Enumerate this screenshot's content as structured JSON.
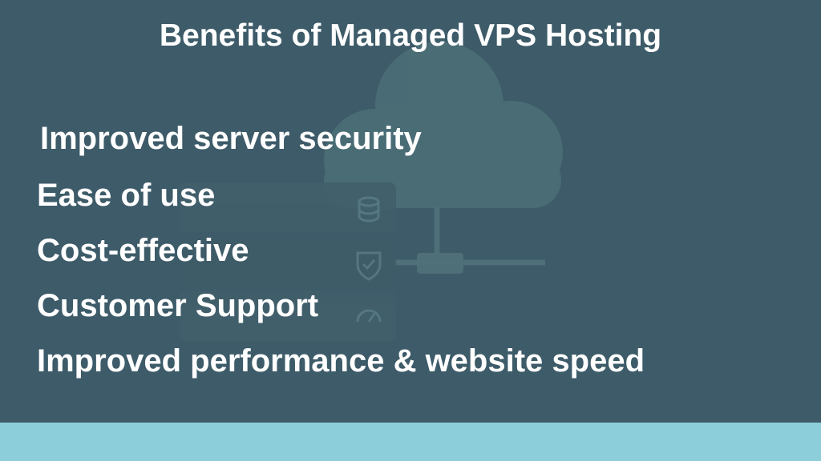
{
  "slide": {
    "title": "Benefits of Managed VPS Hosting",
    "benefits": [
      "Improved server security",
      "Ease of use",
      "Cost-effective",
      "Customer Support",
      "Improved performance & website speed"
    ],
    "icons": [
      "cloud-icon",
      "server-stack-icon",
      "database-icon",
      "shield-check-icon",
      "speedometer-icon",
      "network-icon"
    ]
  },
  "colors": {
    "panel_background": "#3d5b69",
    "footer_band": "#8ccfda",
    "text": "#ffffff"
  }
}
